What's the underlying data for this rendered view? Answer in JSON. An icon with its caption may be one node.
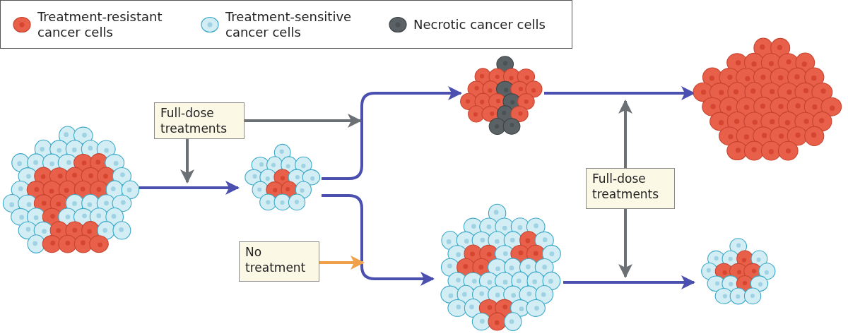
{
  "diagram": {
    "nodes": [
      {
        "text": [],
        "shape": "picture"
      },
      {
        "text": [],
        "shape": "picture"
      },
      {
        "text": [],
        "shape": "picture"
      },
      {
        "text": [],
        "shape": "picture"
      },
      {
        "text": [],
        "shape": "picture"
      },
      {
        "text": [],
        "shape": "picture"
      },
      {
        "text": [
          "Full-dose treatments"
        ]
      },
      {
        "text": [
          "No treatment"
        ]
      },
      {
        "text": [
          "Full-dose treatments"
        ]
      }
    ],
    "edges": [
      {
        "from": 0,
        "to": 1,
        "arrow": "to"
      },
      {
        "from": 1,
        "to": 2,
        "arrow": "to"
      },
      {
        "from": 1,
        "to": 4,
        "arrow": "to"
      },
      {
        "from": 2,
        "to": 3,
        "arrow": "to"
      },
      {
        "from": 4,
        "to": 5,
        "arrow": "to"
      },
      {
        "from": 6,
        "to": null,
        "arrow": "to",
        "color": "#6b7075"
      },
      {
        "from": 6,
        "to": null,
        "arrow": "to",
        "color": "#6b7075"
      },
      {
        "from": 7,
        "to": null,
        "arrow": "to",
        "color": "#f0a04b"
      },
      {
        "from": 8,
        "to": null,
        "arrow": "to",
        "color": "#6b7075"
      },
      {
        "from": 8,
        "to": null,
        "arrow": "to",
        "color": "#6b7075"
      }
    ],
    "legend": [
      {
        "text": "Treatment-resistant cancer cells",
        "color": "#e8604a"
      },
      {
        "text": "Treatment-sensitive cancer cells",
        "color": "#d3edf5"
      },
      {
        "text": "Necrotic cancer cells",
        "color": "#5b6266"
      }
    ]
  }
}
